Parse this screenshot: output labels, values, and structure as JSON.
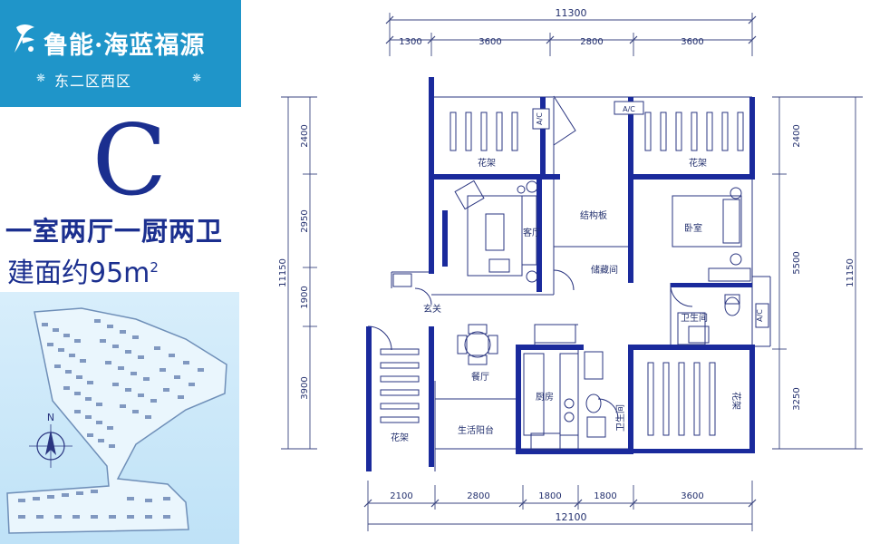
{
  "brand": {
    "name": "鲁能·海蓝福源",
    "zone": "东二区西区"
  },
  "unit": {
    "type": "C",
    "layout": "一室两厅一厨两卫",
    "area_label": "建面约95m",
    "area_sup": "2"
  },
  "compass": {
    "north": "N"
  },
  "plan": {
    "top_total": "11300",
    "top_dims": [
      "1300",
      "3600",
      "2800",
      "3600"
    ],
    "bottom_total": "12100",
    "bottom_dims": [
      "2100",
      "2800",
      "1800",
      "1800",
      "3600"
    ],
    "left_total": "11150",
    "left_dims": [
      "2400",
      "2950",
      "1900",
      "3900"
    ],
    "right_total": "11150",
    "right_dims": [
      "2400",
      "5500",
      "3250"
    ],
    "rooms": {
      "planter_tl": "花架",
      "planter_tr": "花架",
      "planter_bl": "花架",
      "planter_r": "花架",
      "living": "客厅",
      "structure": "结构板",
      "bedroom": "卧室",
      "storage": "储藏间",
      "entry": "玄关",
      "bath1": "卫生间",
      "bath2": "卫生间",
      "dining": "餐厅",
      "kitchen": "厨房",
      "balcony": "生活阳台",
      "ac": "A/C"
    }
  },
  "colors": {
    "brand_bg": "#1f95c9",
    "navy": "#1b2f8f",
    "wall": "#1a2a9c",
    "line": "#2a3580"
  }
}
